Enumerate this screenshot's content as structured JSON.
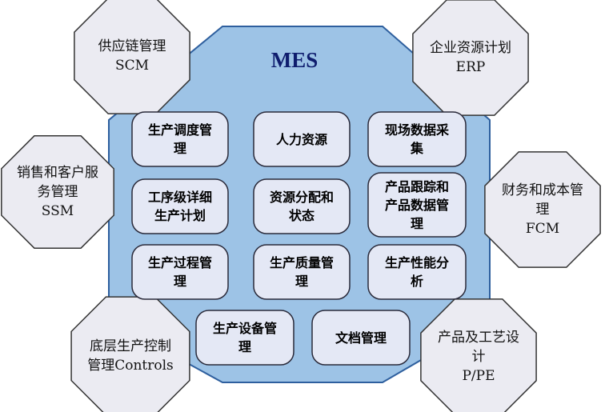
{
  "title": "MES",
  "colors": {
    "core_fill": "#9dc3e6",
    "core_stroke": "#2e5f9e",
    "module_fill": "#e4e8f5",
    "module_stroke": "#2a2a3a",
    "outer_fill": "#ebebf2",
    "outer_stroke": "#333333",
    "title": "#0f1d6e"
  },
  "outer_systems": [
    {
      "name": "供应链管理",
      "abbr": "SCM"
    },
    {
      "name": "企业资源计划",
      "abbr": "ERP"
    },
    {
      "name": "销售和客户服\n务管理",
      "abbr": "SSM"
    },
    {
      "name": "财务和成本管\n理",
      "abbr": "FCM"
    },
    {
      "name": "底层生产控制\n管理Controls",
      "abbr": ""
    },
    {
      "name": "产品及工艺设\n计",
      "abbr": "P/PE"
    }
  ],
  "modules": [
    {
      "label": "生产调度管\n理"
    },
    {
      "label": "人力资源"
    },
    {
      "label": "现场数据采\n集"
    },
    {
      "label": "工序级详细\n生产计划"
    },
    {
      "label": "资源分配和\n状态"
    },
    {
      "label": "产品跟踪和\n产品数据管\n理"
    },
    {
      "label": "生产过程管\n理"
    },
    {
      "label": "生产质量管\n理"
    },
    {
      "label": "生产性能分\n析"
    },
    {
      "label": "生产设备管\n理"
    },
    {
      "label": "文档管理"
    }
  ]
}
